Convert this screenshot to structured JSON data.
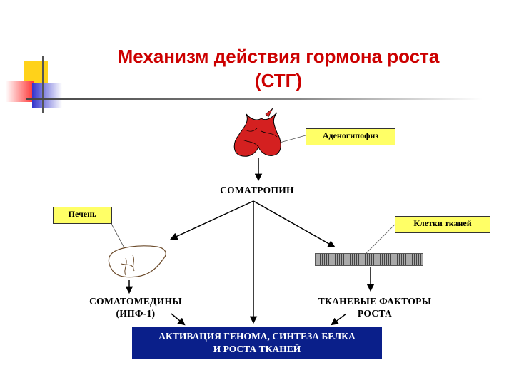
{
  "title": {
    "line1": "Механизм действия гормона роста",
    "line2": "(СТГ)"
  },
  "labels": {
    "adenohypophysis": "Аденогипофиз",
    "somatotropin": "СОМАТРОПИН",
    "liver": "Печень",
    "tissue_cells": "Клетки тканей",
    "somatomedins_line1": "СОМАТОМЕДИНЫ",
    "somatomedins_line2": "(ИПФ-1)",
    "tissue_factors_line1": "ТКАНЕВЫЕ ФАКТОРЫ",
    "tissue_factors_line2": "РОСТА",
    "result_line1": "АКТИВАЦИЯ ГЕНОМА, СИНТЕЗА БЕЛКА",
    "result_line2": "И РОСТА ТКАНЕЙ"
  },
  "colors": {
    "title": "#cc0000",
    "label_box": "#ffff66",
    "result_box": "#0a1f8a",
    "gland": "#d42020",
    "deco_yellow": "#ffd21a",
    "deco_red": "#ff3030",
    "deco_blue": "#3333cc"
  }
}
